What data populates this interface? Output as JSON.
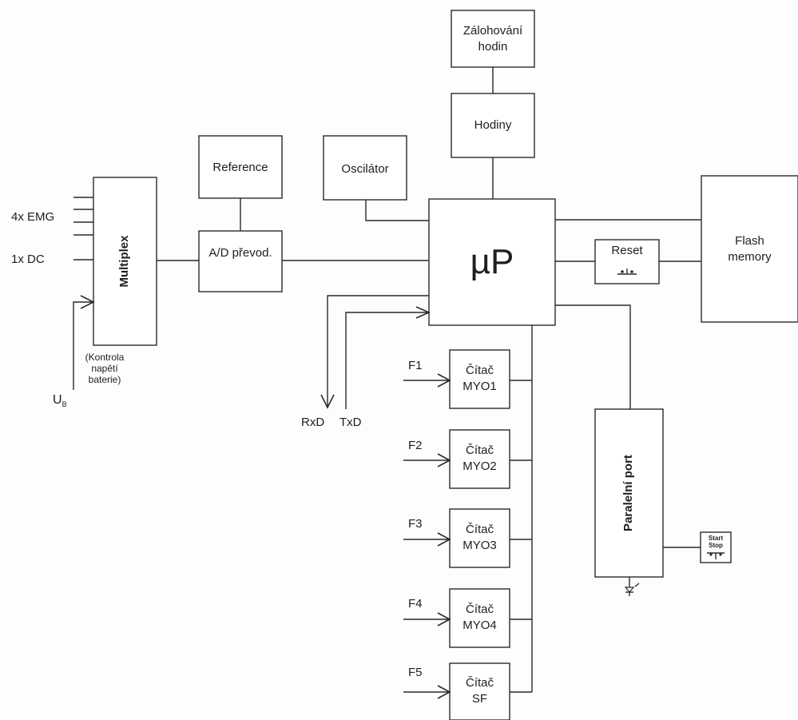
{
  "blocks": {
    "backup_clock": "Zálohování\nhodin",
    "clock": "Hodiny",
    "reference": "Reference",
    "oscillator": "Oscilátor",
    "multiplex": "Multiplex",
    "adc": "A/D převod.",
    "cpu": "µP",
    "reset": "Reset",
    "flash": "Flash\nmemory",
    "parallel_port": "Paralelní port",
    "start_stop": "Start\nStop",
    "counters": [
      {
        "label": "Čítač\nMYO1",
        "input": "F1"
      },
      {
        "label": "Čítač\nMYO2",
        "input": "F2"
      },
      {
        "label": "Čítač\nMYO3",
        "input": "F3"
      },
      {
        "label": "Čítač\nMYO4",
        "input": "F4"
      },
      {
        "label": "Čítač\nSF",
        "input": "F5"
      }
    ]
  },
  "inputs": {
    "emg": "4x EMG",
    "dc": "1x DC",
    "battery_note": "(Kontrola\nnapětí\nbaterie)",
    "ub": "U",
    "ub_sub": "B"
  },
  "serial": {
    "rxd": "RxD",
    "txd": "TxD"
  },
  "colors": {
    "line": "#2a2a2a",
    "background": "#fdfdfd"
  }
}
